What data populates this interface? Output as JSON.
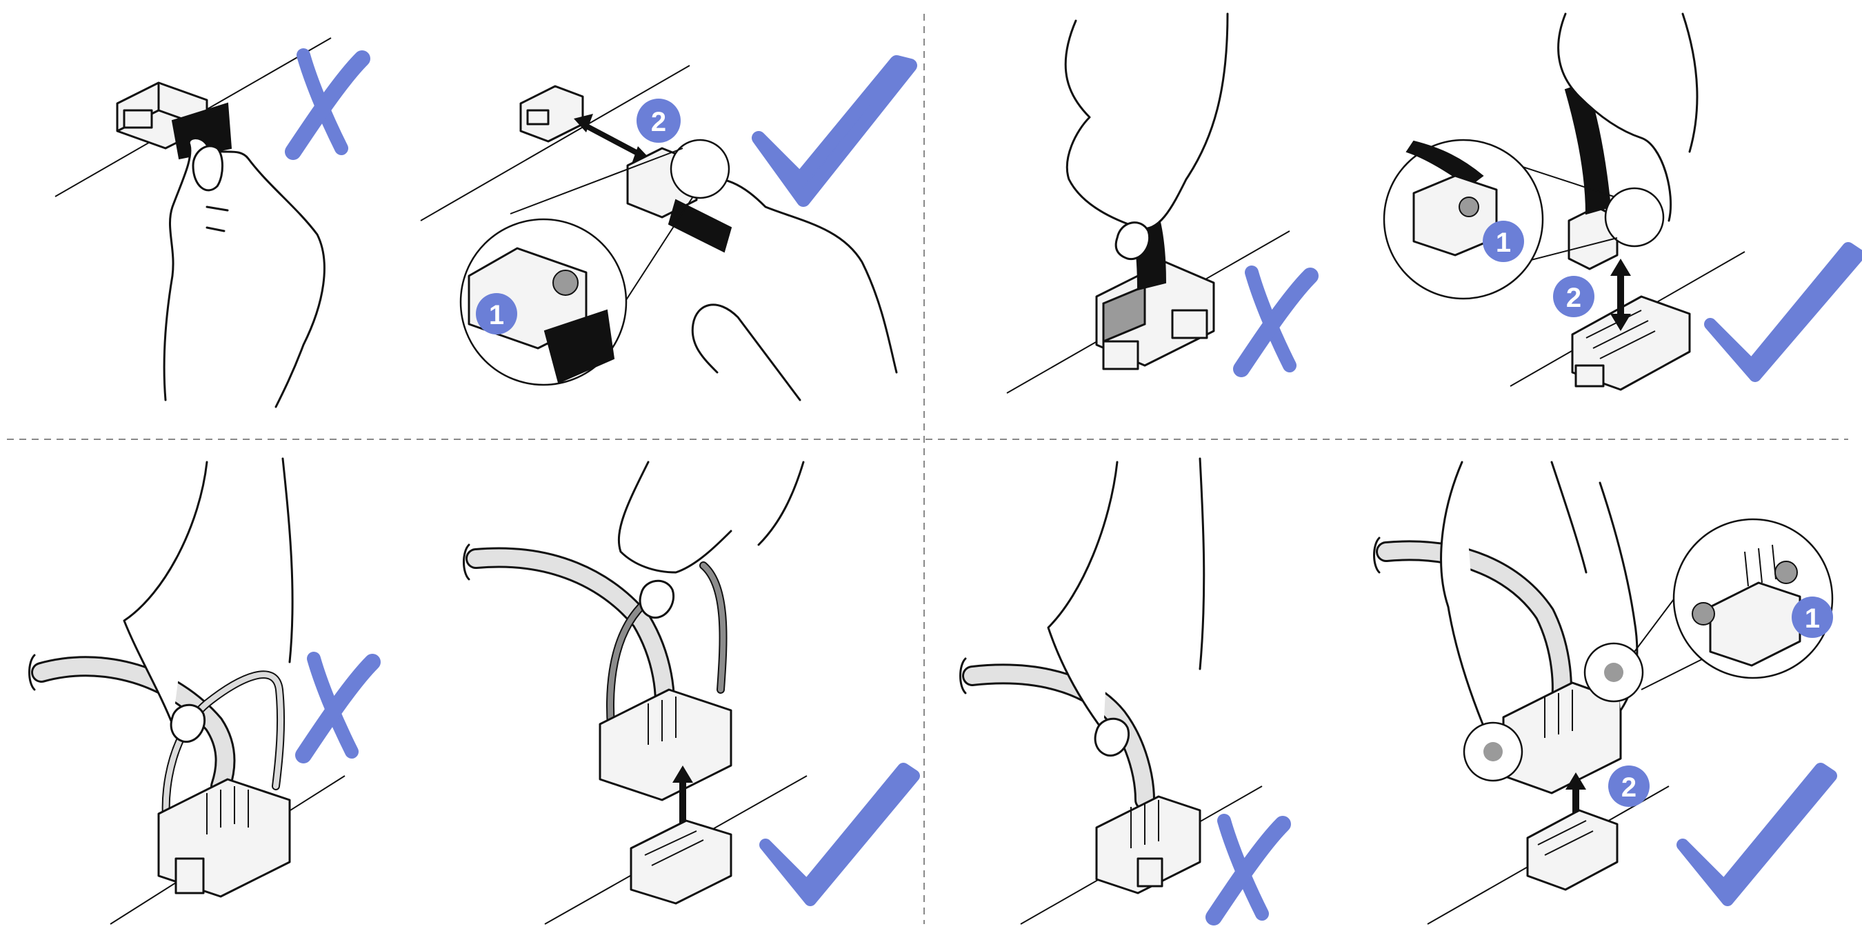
{
  "colors": {
    "accent": "#6b7fd7",
    "ink": "#111111",
    "divider": "#888888",
    "cable_grey": "#e2e2e2"
  },
  "panels": [
    {
      "id": "top-left",
      "steps": [
        {
          "verdict": "incorrect",
          "icon": "x-mark-icon",
          "badges": []
        },
        {
          "verdict": "correct",
          "icon": "check-mark-icon",
          "badges": [
            "1",
            "2"
          ]
        }
      ]
    },
    {
      "id": "top-right",
      "steps": [
        {
          "verdict": "incorrect",
          "icon": "x-mark-icon",
          "badges": []
        },
        {
          "verdict": "correct",
          "icon": "check-mark-icon",
          "badges": [
            "1",
            "2"
          ]
        }
      ]
    },
    {
      "id": "bottom-left",
      "steps": [
        {
          "verdict": "incorrect",
          "icon": "x-mark-icon",
          "badges": []
        },
        {
          "verdict": "correct",
          "icon": "check-mark-icon",
          "badges": []
        }
      ]
    },
    {
      "id": "bottom-right",
      "steps": [
        {
          "verdict": "incorrect",
          "icon": "x-mark-icon",
          "badges": []
        },
        {
          "verdict": "correct",
          "icon": "check-mark-icon",
          "badges": [
            "1",
            "2"
          ]
        }
      ]
    }
  ],
  "badges": {
    "one": "1",
    "two": "2"
  }
}
